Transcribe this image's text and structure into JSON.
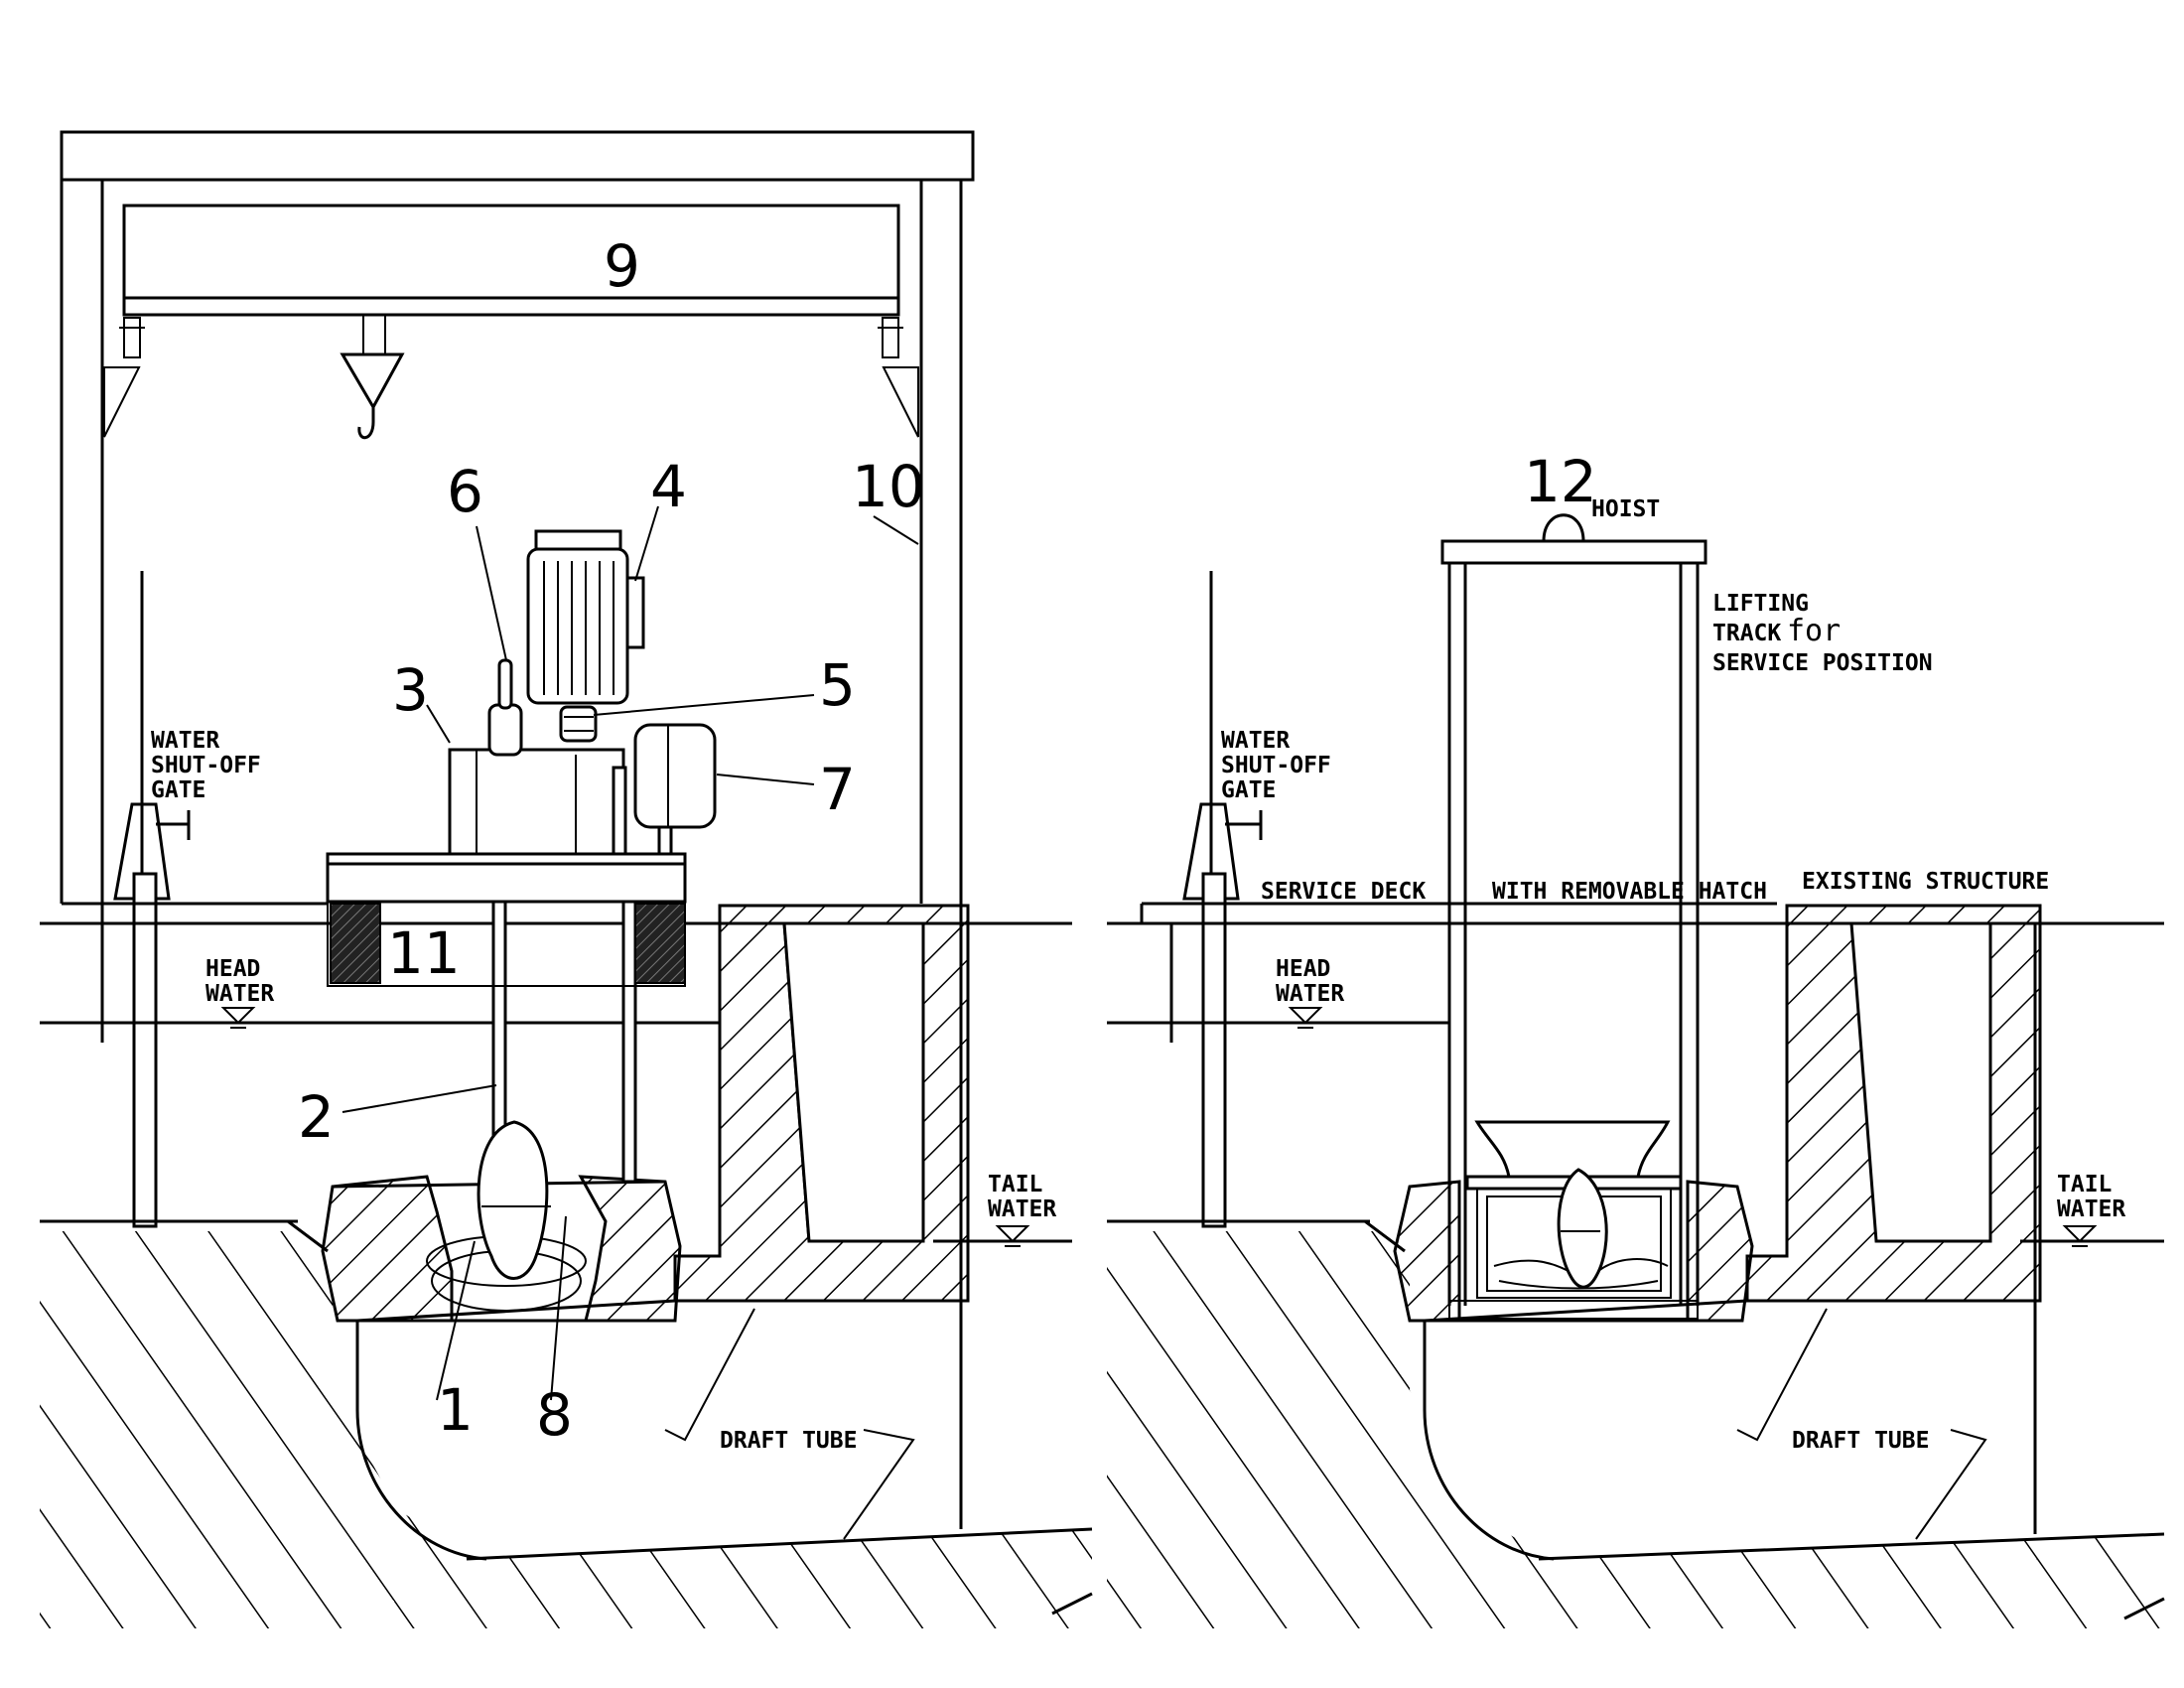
{
  "callouts": {
    "n1": "1",
    "n2": "2",
    "n3": "3",
    "n4": "4",
    "n5": "5",
    "n6": "6",
    "n7": "7",
    "n8": "8",
    "n9": "9",
    "n10": "10",
    "n11": "11",
    "n12": "12"
  },
  "left_view": {
    "gate_label": [
      "WATER",
      "SHUT-OFF",
      "GATE"
    ],
    "head_water": [
      "HEAD",
      "WATER"
    ],
    "tail_water": [
      "TAIL",
      "WATER"
    ],
    "draft_tube": "DRAFT TUBE"
  },
  "right_view": {
    "hoist": "HOIST",
    "lifting_track": [
      "LIFTING",
      "TRACK",
      "for",
      "SERVICE POSITION"
    ],
    "gate_label": [
      "WATER",
      "SHUT-OFF",
      "GATE"
    ],
    "service_deck": "SERVICE DECK",
    "removable_hatch": "WITH REMOVABLE HATCH",
    "existing_structure": "EXISTING STRUCTURE",
    "head_water": [
      "HEAD",
      "WATER"
    ],
    "tail_water": [
      "TAIL",
      "WATER"
    ],
    "draft_tube": "DRAFT TUBE"
  }
}
